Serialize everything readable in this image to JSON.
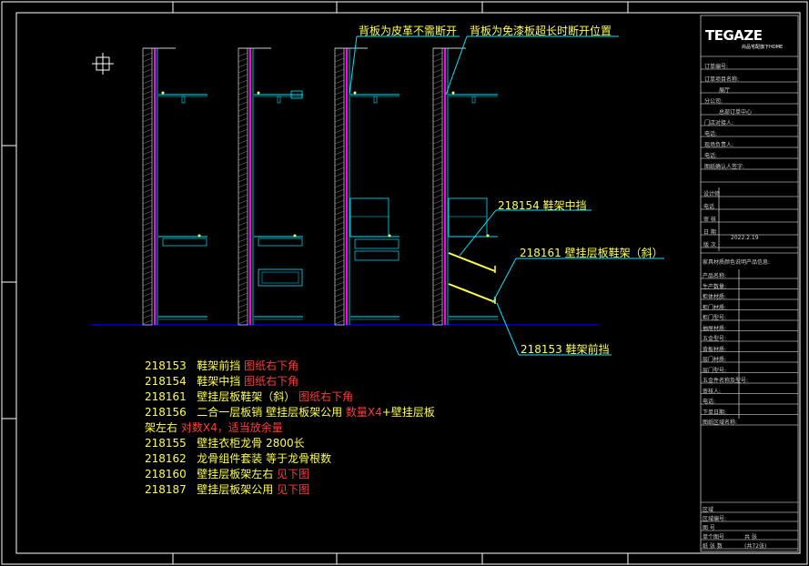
{
  "callouts": {
    "top_left": "背板为皮革不需断开",
    "top_right": "背板为免漆板超长时断开位置",
    "shoe_mid": "218154  鞋架中挡",
    "shoe_slant": "218161  壁挂层板鞋架（斜）",
    "shoe_front": "218153  鞋架前挡"
  },
  "notes": [
    {
      "code": "218153",
      "text": "鞋架前挡",
      "red": "图纸右下角"
    },
    {
      "code": "218154",
      "text": "鞋架中挡",
      "red": "图纸右下角"
    },
    {
      "code": "218161",
      "text": "壁挂层板鞋架（斜）",
      "red": "图纸右下角"
    },
    {
      "code": "218156",
      "text": "二合一层板销  壁挂层板架公用",
      "red": "数量X4",
      "tail": "+壁挂层板"
    },
    {
      "code": "",
      "text": "架左右",
      "red": "对数X4，适当放余量"
    },
    {
      "code": "218155",
      "text": "壁挂衣柜龙骨  2800长",
      "red": ""
    },
    {
      "code": "218162",
      "text": "龙骨组件套装  等于龙骨根数",
      "red": ""
    },
    {
      "code": "218160",
      "text": "壁挂层板架左右",
      "red": "见下图"
    },
    {
      "code": "218187",
      "text": "壁挂层板架公用",
      "red": "见下图"
    }
  ],
  "title_block": {
    "logo": "TEGAZE",
    "logo_sub": "尚品宅配旗下HOME",
    "rows_top": [
      "订单编号:",
      "订单项目名称:",
      "展厅",
      "分公司:",
      "总部订单中心",
      "门店对接人:",
      "电话:",
      "现场负责人:",
      "电话:",
      "图纸确认人签字:"
    ],
    "design": "设计师",
    "phone": "电话",
    "review": "审  核",
    "date_label": "日  期",
    "date_value": "2022.2.19",
    "version": "版  次",
    "note_head": "家具材质颜色说明产品信息:",
    "rows_mid": [
      "产品名称:",
      "生产数量:",
      "柜体材质:",
      "柜门材质:",
      "柜门型号:",
      "抽屉材质:",
      "五金型号:",
      "背板材质:",
      "层门材质:",
      "层门型号:",
      "五金件名称及型号:",
      "审核人:",
      "电话:",
      "下单日期:",
      "图纸区域名称:"
    ],
    "rows_bottom": [
      "区域",
      "区域编号:",
      "图  号",
      "单个图号",
      "纸 张 数"
    ],
    "page_label": "共  张",
    "page_total": "(共72张)"
  },
  "colors": {
    "frame": "#ffffff",
    "cyan": "#00e5ff",
    "magenta": "#ff00ff",
    "yellow": "#ffff4d",
    "red": "#ff3b3b",
    "ground": "#0000ff"
  }
}
